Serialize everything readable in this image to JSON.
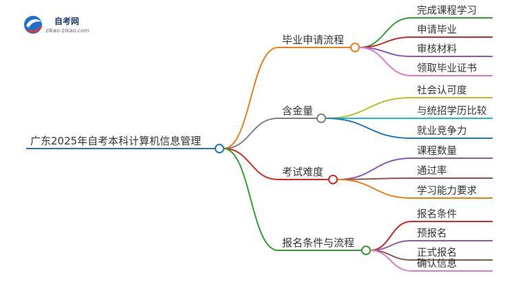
{
  "logo": {
    "name": "自考网",
    "url": "zikao-zikao.com"
  },
  "mindmap": {
    "root": "广东2025年自考本科计算机信息管理",
    "branches": [
      {
        "label": "毕业申请流程",
        "color": "#f07d17",
        "children": [
          {
            "label": "完成课程学习",
            "color": "#2ea12e"
          },
          {
            "label": "申请毕业",
            "color": "#d62728"
          },
          {
            "label": "审核材料",
            "color": "#8e5ab5"
          },
          {
            "label": "领取毕业证书",
            "color": "#e377c2"
          }
        ]
      },
      {
        "label": "含金量",
        "color": "#7f7f7f",
        "children": [
          {
            "label": "社会认可度",
            "color": "#bcbd22"
          },
          {
            "label": "与统招学历比较",
            "color": "#17becf"
          },
          {
            "label": "就业竞争力",
            "color": "#1f77b4"
          }
        ]
      },
      {
        "label": "考试难度",
        "color": "#d62728",
        "children": [
          {
            "label": "课程数量",
            "color": "#8e5ab5"
          },
          {
            "label": "通过率",
            "color": "#8c564b"
          },
          {
            "label": "学习能力要求",
            "color": "#f07d17"
          }
        ]
      },
      {
        "label": "报名条件与流程",
        "color": "#2ea12e",
        "children": [
          {
            "label": "报名条件",
            "color": "#d62728"
          },
          {
            "label": "预报名",
            "color": "#8e5ab5"
          },
          {
            "label": "正式报名",
            "color": "#8c564b"
          },
          {
            "label": "确认信息",
            "color": "#e377c2"
          }
        ]
      }
    ]
  }
}
